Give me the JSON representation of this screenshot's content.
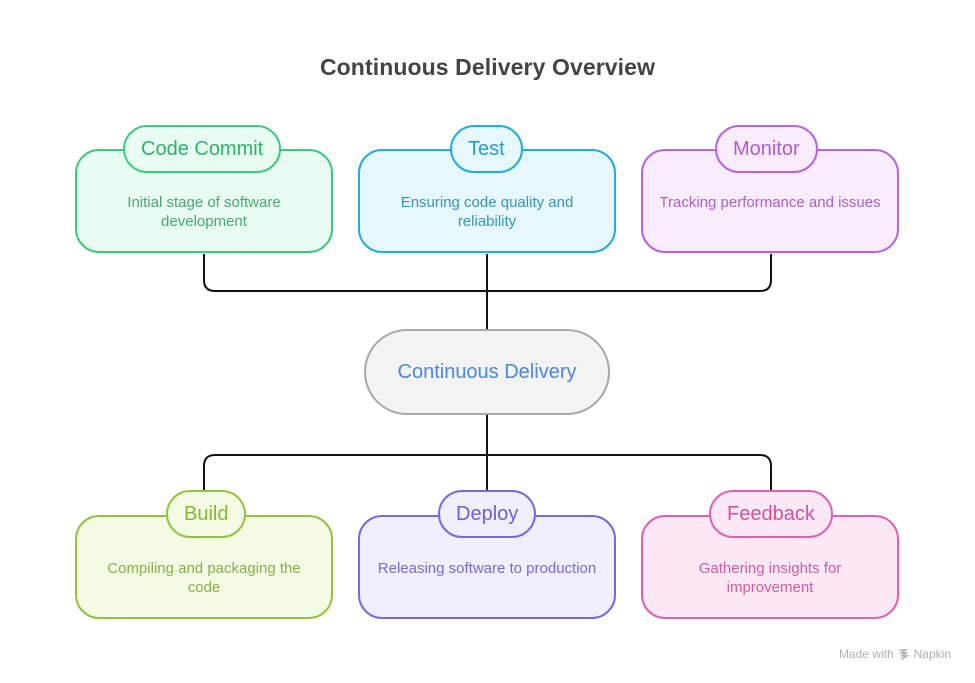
{
  "title": "Continuous Delivery Overview",
  "center": {
    "label": "Continuous Delivery"
  },
  "top_nodes": [
    {
      "label": "Code Commit",
      "description": "Initial stage of software development",
      "border": "#3ec97d",
      "fill": "#e8fcf1",
      "text": "#2eb36b",
      "desc_text": "#4aa877"
    },
    {
      "label": "Test",
      "description": "Ensuring code quality and reliability",
      "border": "#22acd9",
      "fill": "#e6f7fd",
      "text": "#1e9fcc",
      "desc_text": "#3795b6"
    },
    {
      "label": "Monitor",
      "description": "Tracking performance and issues",
      "border": "#b864e0",
      "fill": "#f8ecfd",
      "text": "#b05bd8",
      "desc_text": "#ae5fd3"
    }
  ],
  "bottom_nodes": [
    {
      "label": "Build",
      "description": "Compiling and packaging the code",
      "border": "#93c43f",
      "fill": "#f3fbe3",
      "text": "#86b834",
      "desc_text": "#8aae4a"
    },
    {
      "label": "Deploy",
      "description": "Releasing software to production",
      "border": "#7b68dd",
      "fill": "#f1eefd",
      "text": "#6f5fd6",
      "desc_text": "#7a6ad8"
    },
    {
      "label": "Feedback",
      "description": "Gathering insights for improvement",
      "border": "#e160b0",
      "fill": "#fde9f5",
      "text": "#d8519f",
      "desc_text": "#d45aa5"
    }
  ],
  "footer": {
    "made_with": "Made with",
    "brand": "Napkin"
  }
}
